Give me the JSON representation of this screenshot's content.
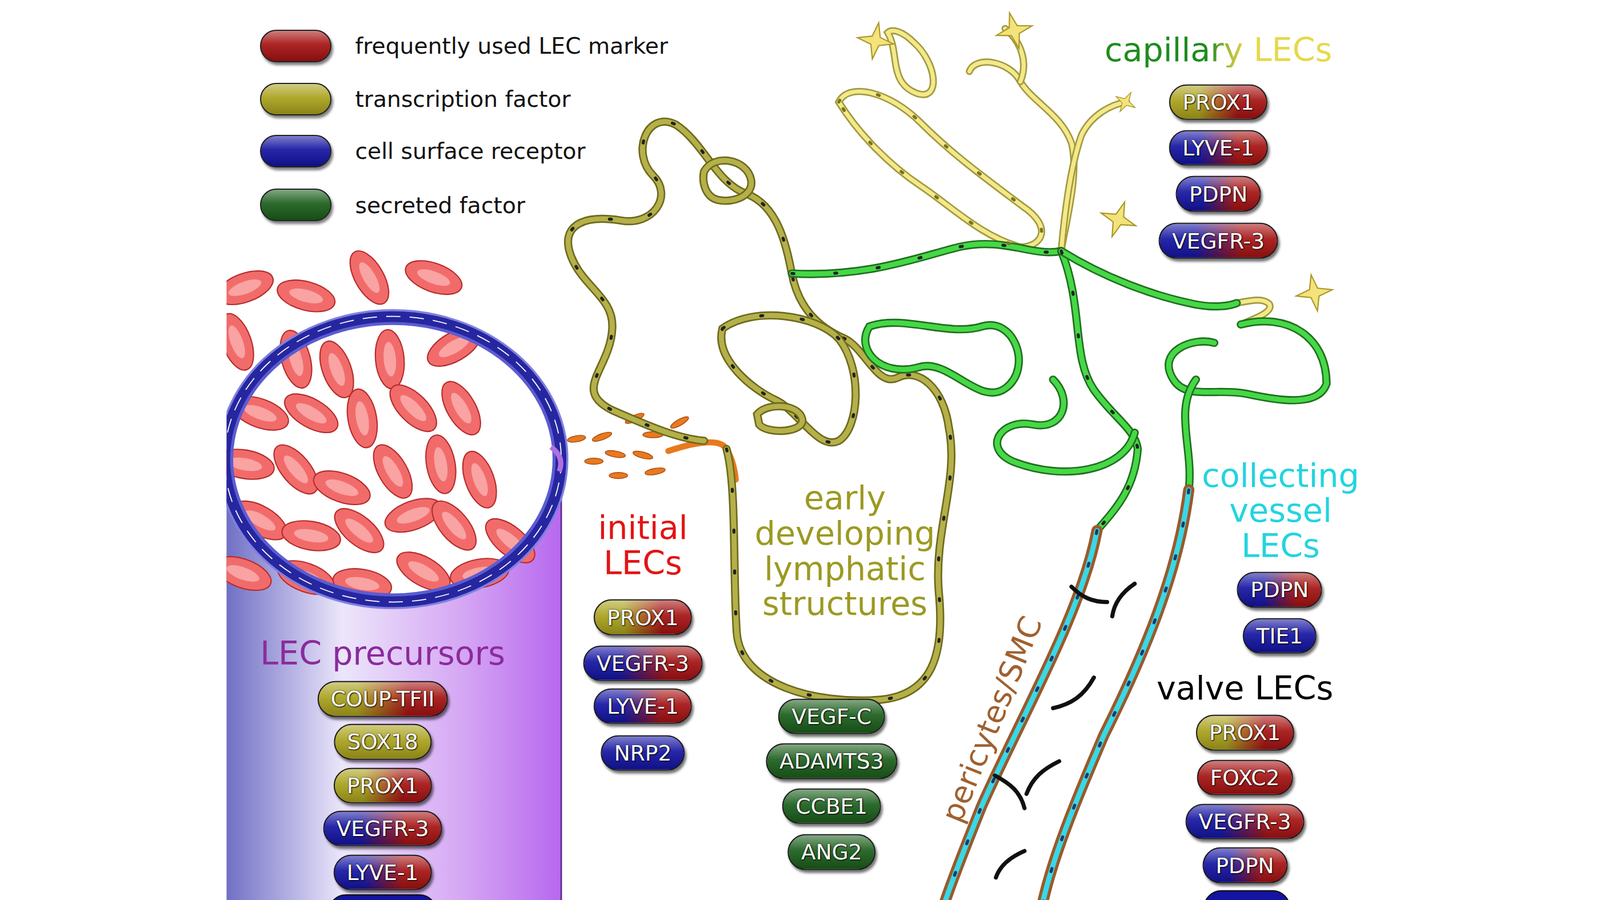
{
  "diagram": {
    "nodes": [
      {
        "text": [
          "LEC precursors"
        ]
      },
      {
        "text": [
          "COUP-TFII"
        ],
        "in": 0
      },
      {
        "text": [
          "SOX18"
        ],
        "in": 0
      },
      {
        "text": [
          "PROX1"
        ],
        "in": 0
      },
      {
        "text": [
          "VEGFR-3"
        ],
        "in": 0
      },
      {
        "text": [
          "LYVE-1"
        ],
        "in": 0
      },
      {
        "text": [
          "PROX1"
        ]
      },
      {
        "text": [
          "VEGFR-3"
        ]
      },
      {
        "text": [
          "LYVE-1"
        ]
      },
      {
        "text": [
          "NRP2"
        ]
      },
      {
        "text": [
          "VEGF-C"
        ]
      },
      {
        "text": [
          "ADAMTS3"
        ]
      },
      {
        "text": [
          "CCBE1"
        ]
      },
      {
        "text": [
          "ANG2"
        ]
      },
      {
        "text": [
          "PROX1"
        ]
      },
      {
        "text": [
          "LYVE-1"
        ]
      },
      {
        "text": [
          "PDPN"
        ]
      },
      {
        "text": [
          "VEGFR-3"
        ]
      },
      {
        "text": [
          "PDPN"
        ]
      },
      {
        "text": [
          "TIE1"
        ]
      },
      {
        "text": [
          "PROX1"
        ]
      },
      {
        "text": [
          "FOXC2"
        ]
      },
      {
        "text": [
          "VEGFR-3"
        ]
      },
      {
        "text": [
          "PDPN"
        ]
      }
    ],
    "labels": [
      "capillary LECs",
      "initial LECs",
      "early developing lymphatic structures",
      "pericytes/SMC",
      "collecting vessel LECs",
      "valve LECs"
    ],
    "legend": [
      {
        "text": "frequently used LEC marker",
        "color": "#a51212"
      },
      {
        "text": "transcription factor",
        "color": "#a9a11c"
      },
      {
        "text": "cell surface receptor",
        "color": "#1414a2"
      },
      {
        "text": "secreted factor",
        "color": "#1b5e1b"
      }
    ]
  }
}
